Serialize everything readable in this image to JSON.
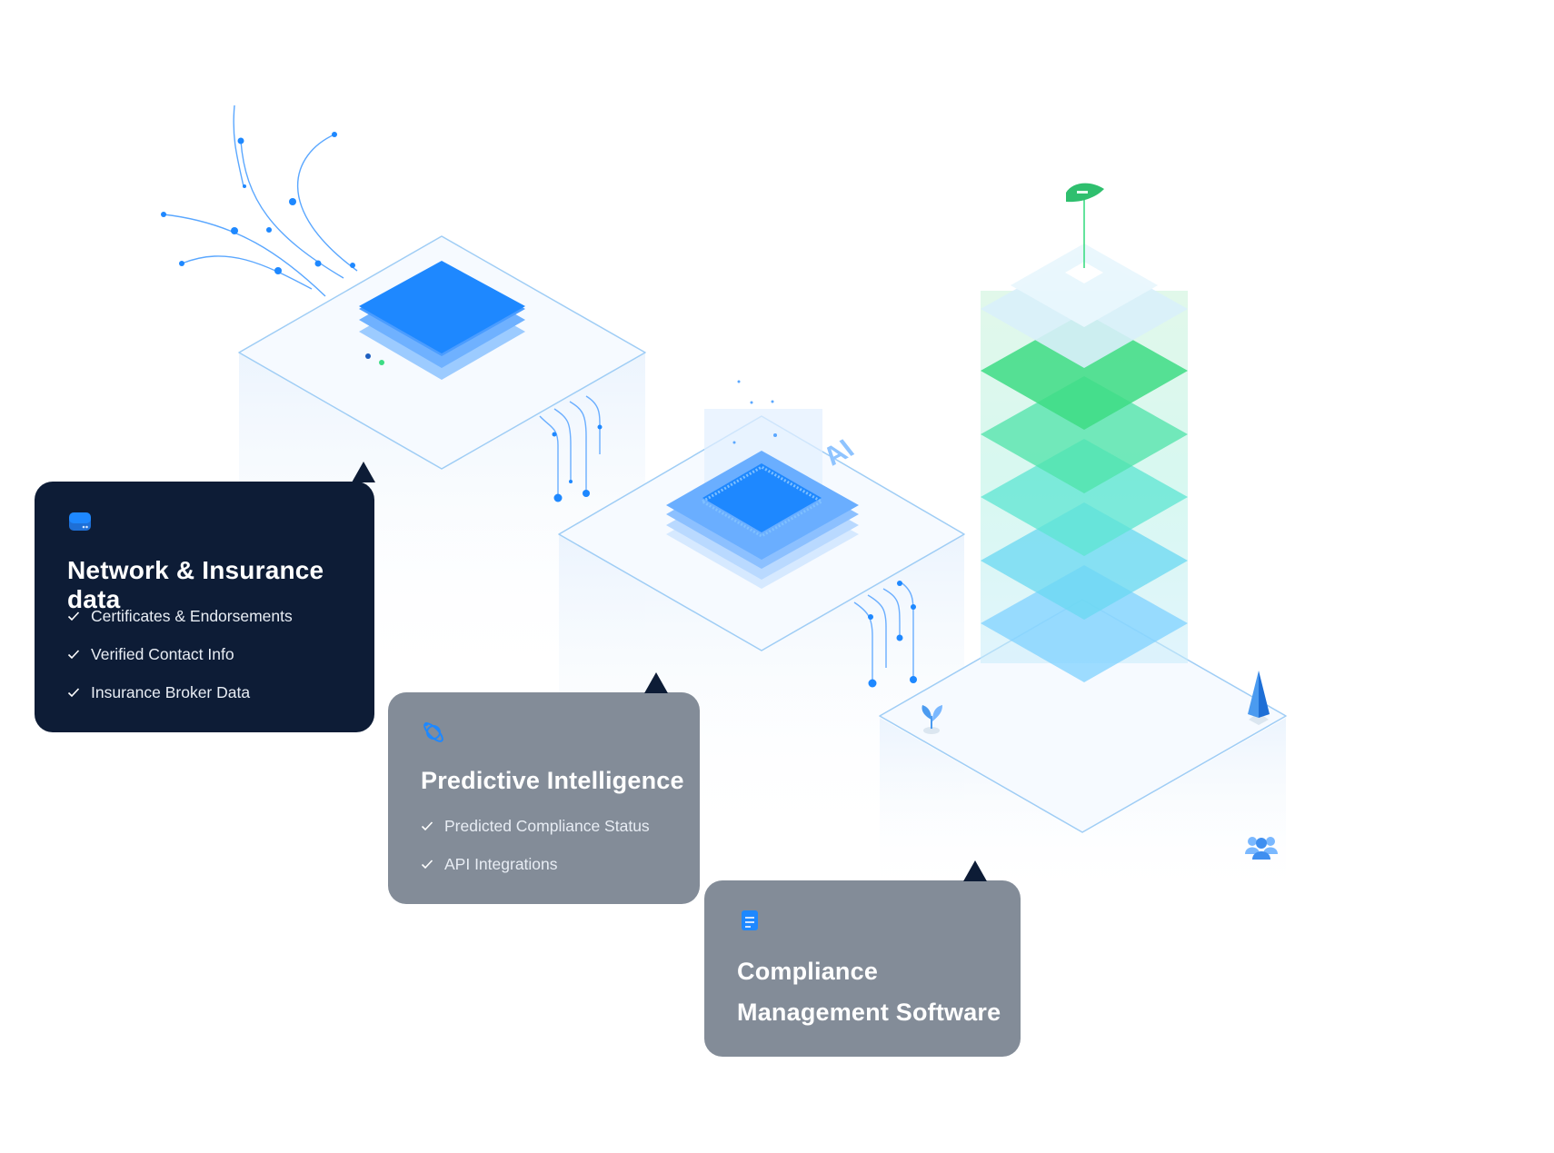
{
  "cards": {
    "network": {
      "title": "Network & Insurance data",
      "items": [
        "Certificates & Endorsements",
        "Verified Contact Info",
        "Insurance Broker Data"
      ]
    },
    "predictive": {
      "title": "Predictive Intelligence",
      "items": [
        "Predicted Compliance Status",
        "API Integrations"
      ]
    },
    "compliance": {
      "title_line1": "Compliance",
      "title_line2": "Management Software"
    }
  },
  "chip_label": "AI",
  "colors": {
    "dark_card": "#0d1c36",
    "grey_card": "#838c98",
    "accent_blue": "#1e88ff",
    "accent_green": "#3ddc84",
    "accent_teal": "#4ee6d0",
    "platform_outline": "#9fcdf5"
  },
  "icons": {
    "network": "server-icon",
    "predictive": "orbit-icon",
    "compliance": "document-icon",
    "flag": "flag-icon",
    "plant": "plant-icon",
    "tree": "tree-icon",
    "people": "people-icon"
  }
}
